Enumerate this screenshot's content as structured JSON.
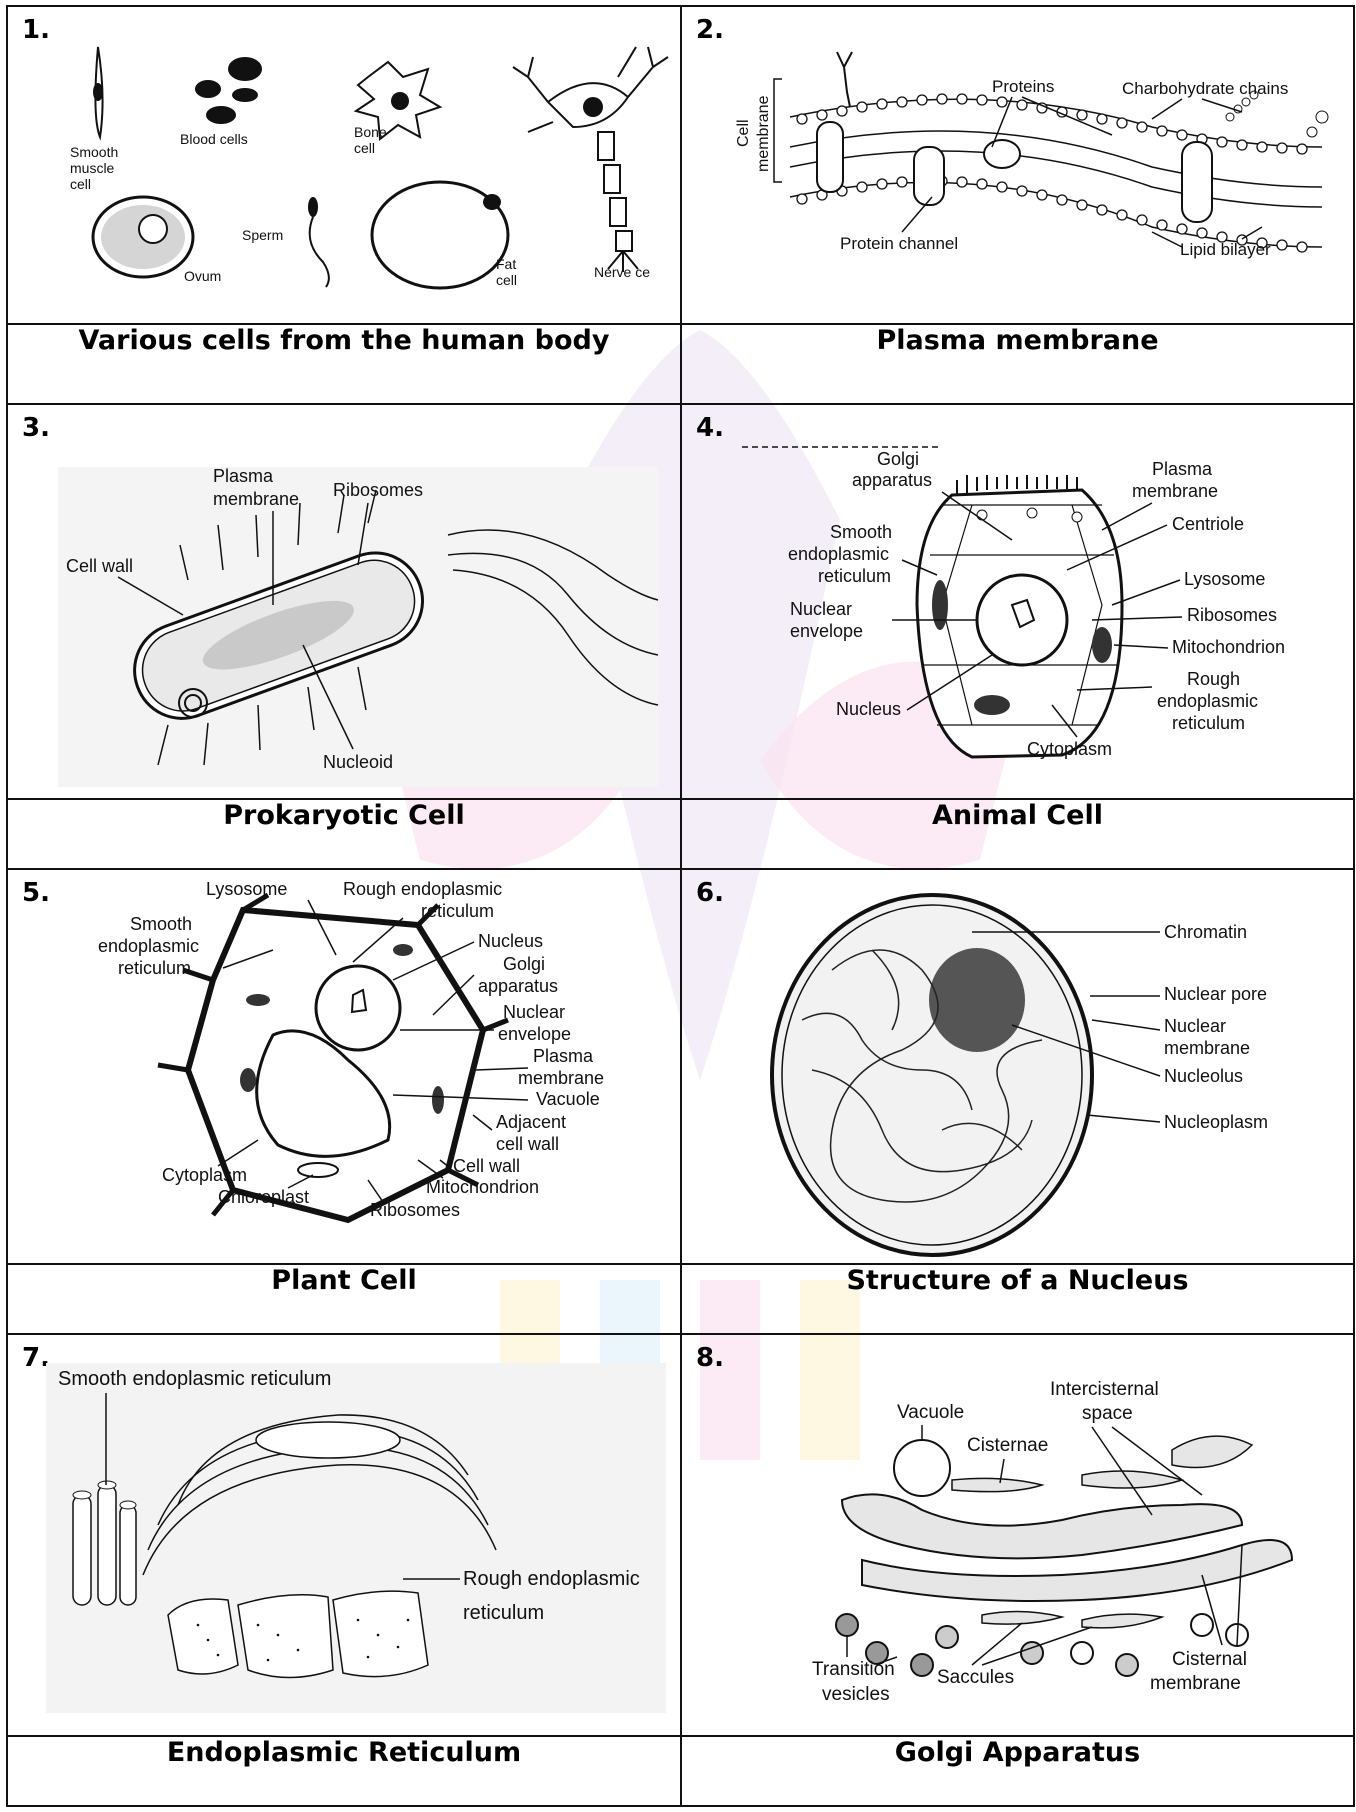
{
  "cells": [
    {
      "number": "1.",
      "caption": "Various cells from the human body",
      "labels": {
        "smooth_muscle": [
          "Smooth",
          "muscle",
          "cell"
        ],
        "blood_cells": "Blood cells",
        "bone": [
          "Bone",
          "cell"
        ],
        "ovum": "Ovum",
        "sperm": "Sperm",
        "fat": [
          "Fat",
          "cell"
        ],
        "nerve": "Nerve ce"
      }
    },
    {
      "number": "2.",
      "caption": "Plasma membrane",
      "labels": {
        "cell_membrane": [
          "Cell",
          "membrane"
        ],
        "proteins": "Proteins",
        "carbohydrate": "Charbohydrate chains",
        "protein_channel": "Protein channel",
        "lipid_bilayer": "Lipid bilayer"
      }
    },
    {
      "number": "3.",
      "caption": "Prokaryotic Cell",
      "labels": {
        "plasma_membrane": [
          "Plasma",
          "membrane"
        ],
        "ribosomes": "Ribosomes",
        "cell_wall": "Cell wall",
        "nucleoid": "Nucleoid"
      }
    },
    {
      "number": "4.",
      "caption": "Animal Cell",
      "labels": {
        "golgi": [
          "Golgi",
          "apparatus"
        ],
        "plasma_membrane": [
          "Plasma",
          "membrane"
        ],
        "centriole": "Centriole",
        "smooth_er": [
          "Smooth",
          "endoplasmic",
          "reticulum"
        ],
        "lysosome": "Lysosome",
        "nuclear_envelope": [
          "Nuclear",
          "envelope"
        ],
        "ribosomes": "Ribosomes",
        "mitochondrion": "Mitochondrion",
        "rough_er": [
          "Rough",
          "endoplasmic",
          "reticulum"
        ],
        "nucleus": "Nucleus",
        "cytoplasm": "Cytoplasm"
      }
    },
    {
      "number": "5.",
      "caption": "Plant Cell",
      "labels": {
        "lysosome": "Lysosome",
        "rough_er": [
          "Rough endoplasmic",
          "reticulum"
        ],
        "smooth_er": [
          "Smooth",
          "endoplasmic",
          "reticulum"
        ],
        "nucleus": "Nucleus",
        "golgi": [
          "Golgi",
          "apparatus"
        ],
        "nuclear_envelope": [
          "Nuclear",
          "envelope"
        ],
        "plasma_membrane": [
          "Plasma",
          "membrane"
        ],
        "vacuole": "Vacuole",
        "adjacent_cell_wall": [
          "Adjacent",
          "cell wall"
        ],
        "cell_wall": "Cell wall",
        "cytoplasm": "Cytoplasm",
        "mitochondrion": "Mitochondrion",
        "chloroplast": "Chloroplast",
        "ribosomes": "Ribosomes"
      }
    },
    {
      "number": "6.",
      "caption": "Structure of a Nucleus",
      "labels": {
        "chromatin": "Chromatin",
        "nuclear_pore": "Nuclear pore",
        "nuclear_membrane": [
          "Nuclear",
          "membrane"
        ],
        "nucleolus": "Nucleolus",
        "nucleoplasm": "Nucleoplasm"
      }
    },
    {
      "number": "7.",
      "caption": "Endoplasmic Reticulum",
      "labels": {
        "smooth_er": "Smooth endoplasmic reticulum",
        "rough_er": [
          "Rough endoplasmic",
          "reticulum"
        ]
      }
    },
    {
      "number": "8.",
      "caption": "Golgi Apparatus",
      "labels": {
        "vacuole": "Vacuole",
        "intercisternal": [
          "Intercisternal",
          "space"
        ],
        "cisternae": "Cisternae",
        "transition": [
          "Transition",
          "vesicles"
        ],
        "saccules": "Saccules",
        "cisternal_membrane": [
          "Cisternal",
          "membrane"
        ]
      }
    }
  ]
}
